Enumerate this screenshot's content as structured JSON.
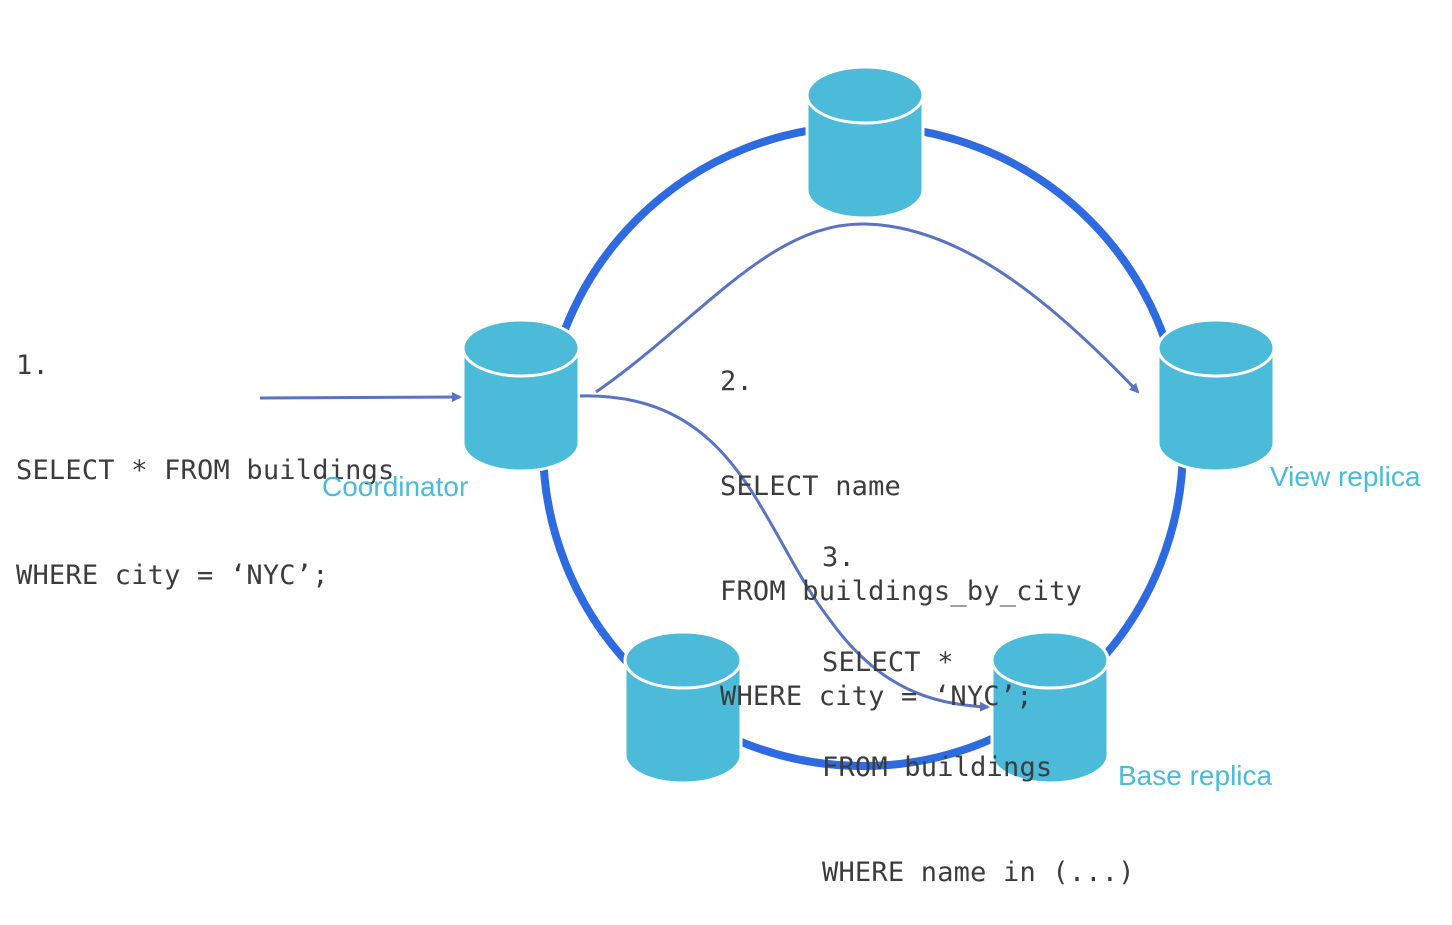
{
  "colors": {
    "ring": "#2e6be0",
    "node_fill": "#4bbbd9",
    "node_stroke": "#ffffff",
    "arrow": "#5b73c4",
    "code_text": "#3c3c3c",
    "label_text": "#4bbbd9"
  },
  "queries": {
    "client_query": {
      "lines": [
        "1.",
        "SELECT * FROM buildings",
        "WHERE city = ‘NYC’;"
      ]
    },
    "view_query": {
      "lines": [
        "2.",
        "SELECT name",
        "FROM buildings_by_city",
        "WHERE city = ‘NYC’;"
      ]
    },
    "base_query": {
      "lines": [
        "3.",
        "SELECT *",
        "FROM buildings",
        "WHERE name in (...)"
      ]
    }
  },
  "labels": {
    "coordinator": "Coordinator",
    "view_replica": "View replica",
    "base_replica": "Base replica"
  },
  "icons": {
    "node": "database-cylinder-icon"
  }
}
